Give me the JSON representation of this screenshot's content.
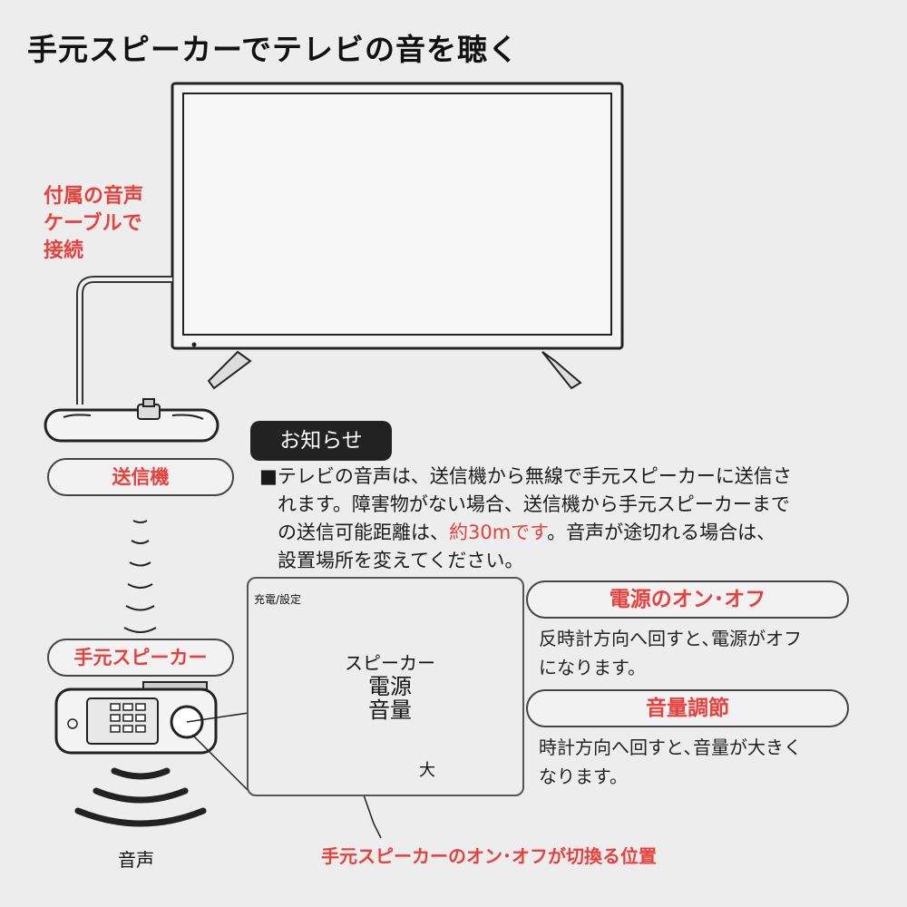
{
  "title": "手元スピーカーでテレビの音を聴く",
  "cable_label": [
    "付属の音声",
    "ケーブルで",
    "接続"
  ],
  "transmitter_label": "送信機",
  "speaker_label": "手元スピーカー",
  "notice": {
    "tag": "お知らせ",
    "line1": "■テレビの音声は、送信機から無線で手元スピーカーに送信さ",
    "line2": "れます。障害物がない場合、送信機から手元スピーカーまで",
    "line3_pre": "の送信可能距離は、",
    "line3_red": "約30mです",
    "line3_post": "。音声が途切れる場合は、",
    "line4": "設置場所を変えてください。"
  },
  "panel": {
    "charge_label": "充電/設定",
    "knob_line1": "スピーカー",
    "knob_line2": "電源",
    "knob_line3": "音量",
    "dai": "大"
  },
  "power": {
    "heading": "電源のオン･オフ",
    "desc_line1": "反時計方向へ回すと､電源がオフ",
    "desc_line2": "になります。"
  },
  "volume": {
    "heading": "音量調節",
    "desc_line1": "時計方向へ回すと､音量が大きく",
    "desc_line2": "なります。"
  },
  "sound_label": "音声",
  "bottom_caption": "手元スピーカーのオン･オフが切換る位置",
  "colors": {
    "accent": "#e8413d",
    "background": "#ededed",
    "tag_bg": "#222222"
  }
}
